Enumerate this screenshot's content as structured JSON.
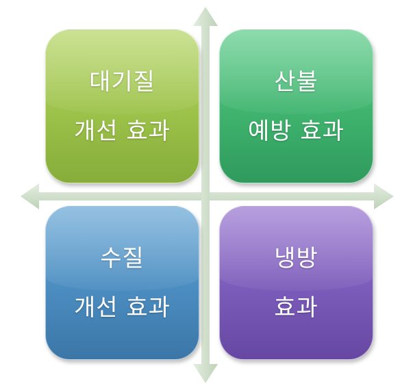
{
  "diagram": {
    "quadrants": [
      {
        "id": "top-left",
        "lines": [
          "대기질",
          "개선 효과"
        ],
        "color": "#9cc24a"
      },
      {
        "id": "top-right",
        "lines": [
          "산불",
          "예방 효과"
        ],
        "color": "#3fb36e"
      },
      {
        "id": "bottom-left",
        "lines": [
          "수질",
          "개선 효과"
        ],
        "color": "#4b8cc0"
      },
      {
        "id": "bottom-right",
        "lines": [
          "냉방",
          "효과"
        ],
        "color": "#7b5bb9"
      }
    ],
    "axis_color": "#c9dbc3"
  }
}
